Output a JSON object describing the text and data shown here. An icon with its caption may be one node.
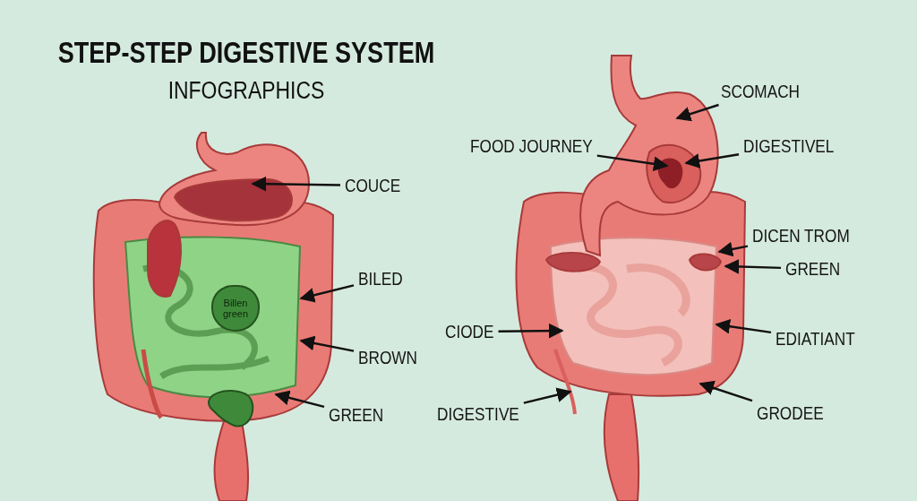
{
  "diagram": {
    "title": "STEP-STEP DIGESTIVE SYSTEM INFOGRAPHICS",
    "nodes": [
      {
        "text": [
          "COUCE"
        ]
      },
      {
        "text": [
          "BILED"
        ]
      },
      {
        "text": [
          "Billen green"
        ]
      },
      {
        "text": [
          "BROWN"
        ]
      },
      {
        "text": [
          "GREEN"
        ]
      },
      {
        "text": [
          "SCOMACH"
        ]
      },
      {
        "text": [
          "FOOD JOURNEY"
        ]
      },
      {
        "text": [
          "DIGESTIVEL"
        ]
      },
      {
        "text": [
          "DICEN TROM"
        ]
      },
      {
        "text": [
          "GREEN"
        ]
      },
      {
        "text": [
          "CIODE"
        ]
      },
      {
        "text": [
          "EDIATIANT"
        ]
      },
      {
        "text": [
          "DIGESTIVE"
        ]
      },
      {
        "text": [
          "GRODEE"
        ]
      }
    ],
    "edges": [
      {
        "from": 0,
        "to": null,
        "arrow": "to"
      },
      {
        "from": 1,
        "to": null,
        "arrow": "to"
      },
      {
        "from": 3,
        "to": null,
        "arrow": "to"
      },
      {
        "from": 4,
        "to": null,
        "arrow": "to"
      },
      {
        "from": 5,
        "to": null,
        "arrow": "to"
      },
      {
        "from": 6,
        "to": null,
        "arrow": "to"
      },
      {
        "from": 7,
        "to": null,
        "arrow": "to"
      },
      {
        "from": 8,
        "to": null,
        "arrow": "to"
      },
      {
        "from": 9,
        "to": null,
        "arrow": "to"
      },
      {
        "from": 10,
        "to": null,
        "arrow": "to"
      },
      {
        "from": 11,
        "to": null,
        "arrow": "to"
      },
      {
        "from": 12,
        "to": null,
        "arrow": "to"
      },
      {
        "from": 13,
        "to": null,
        "arrow": "to"
      }
    ]
  }
}
